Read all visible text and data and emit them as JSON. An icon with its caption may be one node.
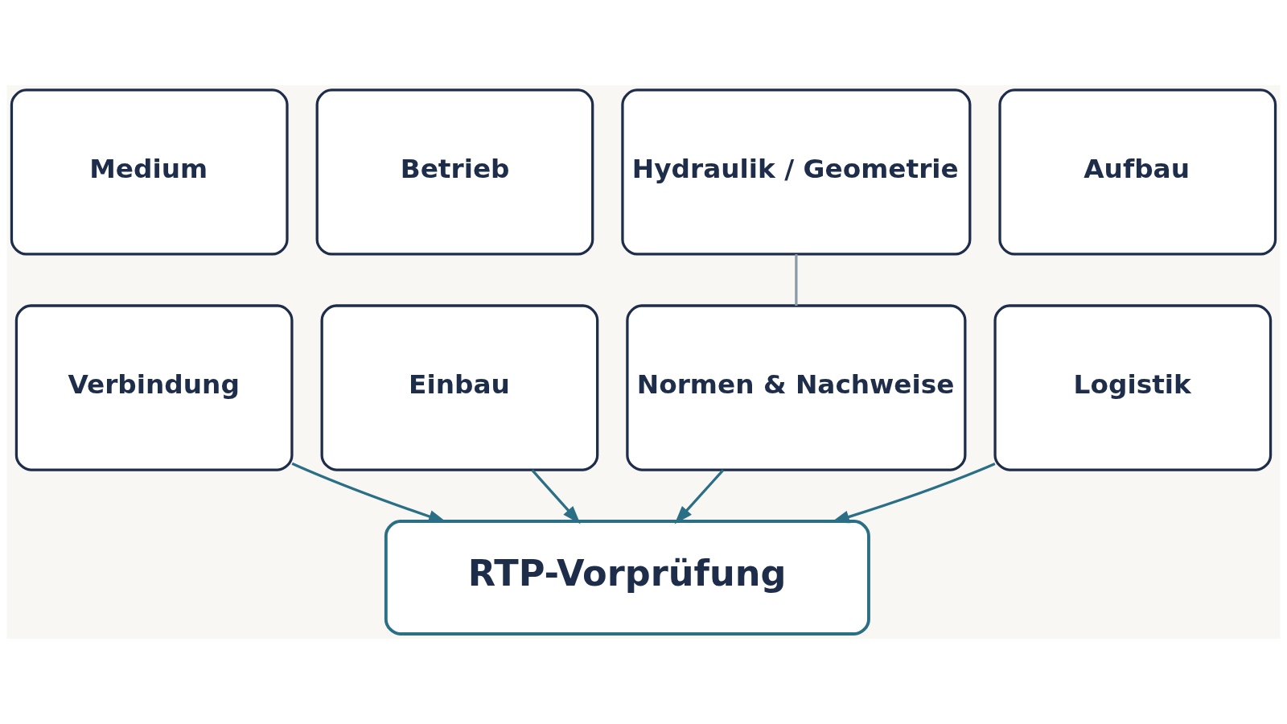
{
  "diagram": {
    "nodes": [
      {
        "text": [
          "Medium"
        ]
      },
      {
        "text": [
          "Betrieb"
        ]
      },
      {
        "text": [
          "Hydraulik / Geometrie"
        ]
      },
      {
        "text": [
          "Aufbau"
        ]
      },
      {
        "text": [
          "Verbindung"
        ]
      },
      {
        "text": [
          "Einbau"
        ]
      },
      {
        "text": [
          "Normen & Nachweise"
        ]
      },
      {
        "text": [
          "Logistik"
        ]
      },
      {
        "text": [
          "RTP-Vorprüfung"
        ]
      }
    ],
    "edges": [
      {
        "from": 2,
        "to": 6,
        "arrow": "none",
        "color": "#8a9ba8"
      },
      {
        "from": 4,
        "to": 8,
        "arrow": "to"
      },
      {
        "from": 5,
        "to": 8,
        "arrow": "to"
      },
      {
        "from": 6,
        "to": 8,
        "arrow": "to"
      },
      {
        "from": 7,
        "to": 8,
        "arrow": "to"
      }
    ]
  }
}
